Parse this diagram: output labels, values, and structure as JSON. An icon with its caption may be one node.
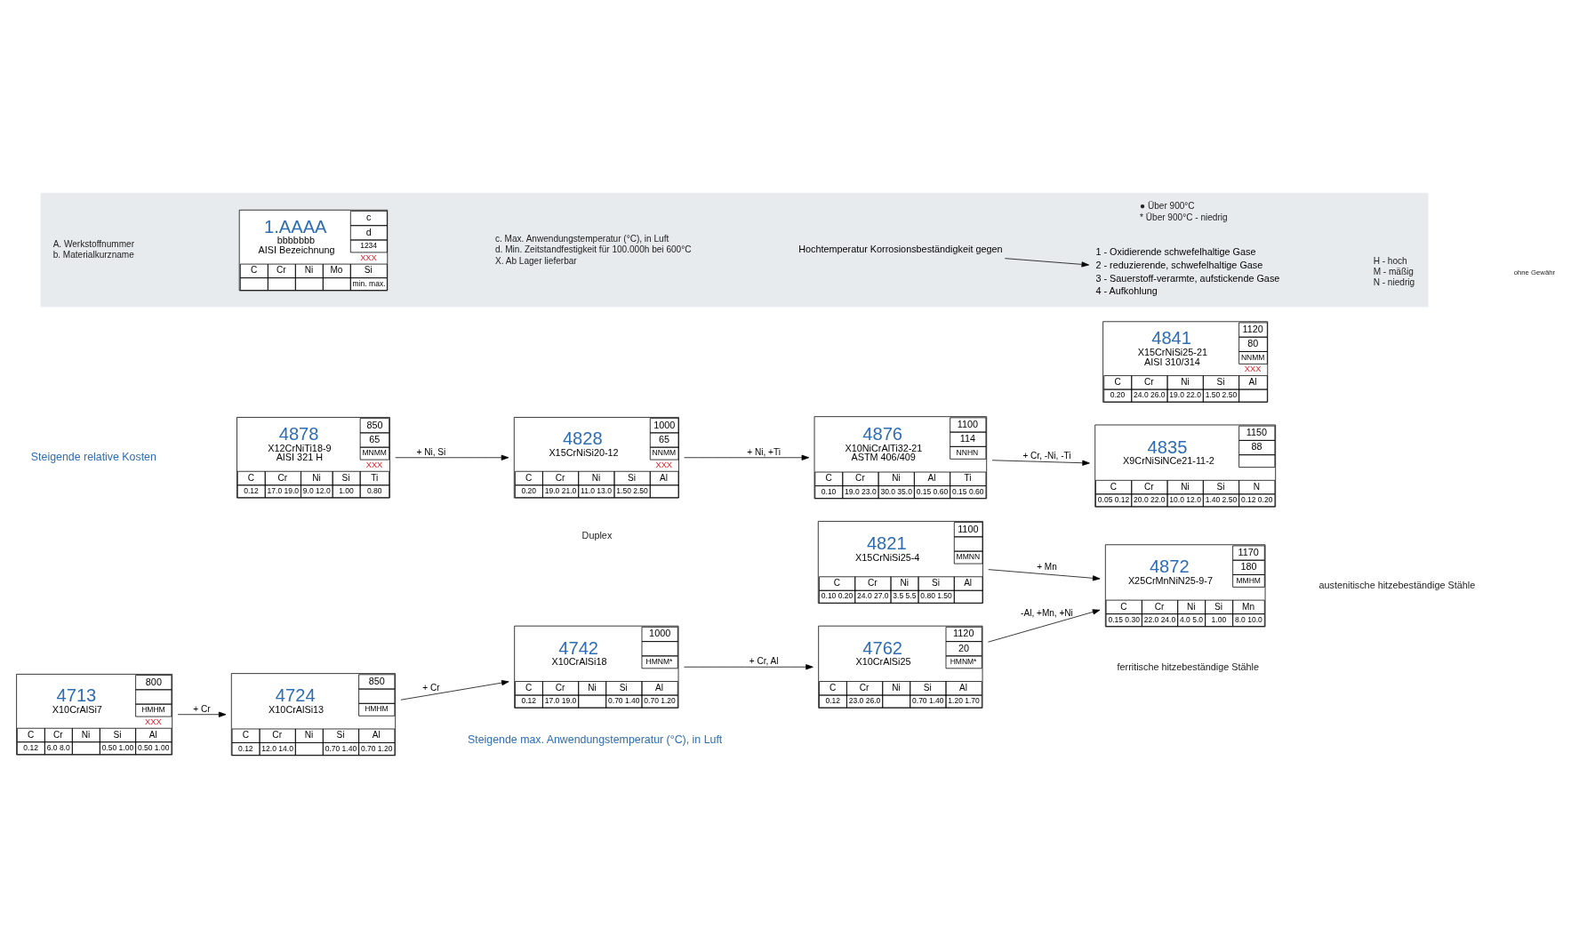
{
  "diagram": {
    "nodes": [
      {
        "text": [
          "4841",
          "X15CrNiSi25-21",
          "AISI 310/314",
          "1120",
          "80",
          "NNMM",
          "XXX",
          "C",
          "Cr",
          "Ni",
          "Si",
          "Al",
          "0.20",
          "24.0 26.0",
          "19.0 22.0",
          "1.50 2.50"
        ]
      },
      {
        "text": [
          "4835",
          "X9CrNiSiNCe21-11-2",
          "1150",
          "88",
          "C",
          "Cr",
          "Ni",
          "Si",
          "N",
          "0.05 0.12",
          "20.0 22.0",
          "10.0 12.0",
          "1.40 2.50",
          "0.12 0.20"
        ]
      },
      {
        "text": [
          "4828",
          "X15CrNiSi20-12",
          "1000",
          "65",
          "NNMM",
          "XXX",
          "C",
          "Cr",
          "Ni",
          "Si",
          "Al",
          "0.20",
          "19.0 21.0",
          "11.0 13.0",
          "1.50 2.50"
        ]
      },
      {
        "text": [
          "4876",
          "X10NiCrAlTi32-21",
          "ASTM 406/409",
          "1100",
          "114",
          "NNHN",
          "C",
          "Cr",
          "Ni",
          "Al",
          "Ti",
          "0.10",
          "19.0 23.0",
          "30.0 35.0",
          "0.15 0.60",
          "0.15 0.60"
        ]
      },
      {
        "text": [
          "4872",
          "X25CrMnNiN25-9-7",
          "1170",
          "180",
          "MMHM",
          "C",
          "Cr",
          "Ni",
          "Si",
          "Mn",
          "0.15 0.30",
          "22.0 24.0",
          "4.0 5.0",
          "1.00",
          "8.0 10.0"
        ]
      },
      {
        "text": [
          "4878",
          "X12CrNiTi18-9",
          "AISI 321 H",
          "850",
          "65",
          "MNMM",
          "XXX",
          "C",
          "Cr",
          "Ni",
          "Si",
          "Ti",
          "0.12",
          "17.0 19.0",
          "9.0 12.0",
          "1.00",
          "0.80"
        ]
      },
      {
        "text": [
          "4821",
          "X15CrNiSi25-4",
          "1100",
          "MMNN",
          "C",
          "Cr",
          "Ni",
          "Si",
          "Al",
          "0.10 0.20",
          "24.0 27.0",
          "3.5 5.5",
          "0.80 1.50"
        ]
      },
      {
        "text": [
          "4762",
          "X10CrAlSi25",
          "1120",
          "20",
          "HMNM*",
          "C",
          "Cr",
          "Ni",
          "Si",
          "Al",
          "0.12",
          "23.0 26.0",
          "0.70 1.40",
          "1.20 1.70"
        ]
      },
      {
        "text": [
          "4742",
          "X10CrAlSi18",
          "1000",
          "HMNM*",
          "C",
          "Cr",
          "Ni",
          "Si",
          "Al",
          "0.12",
          "17.0 19.0",
          "0.70 1.40",
          "0.70 1.20"
        ]
      },
      {
        "text": [
          "4724",
          "X10CrAlSi13",
          "850",
          "HMHM",
          "C",
          "Cr",
          "Ni",
          "Si",
          "Al",
          "0.12",
          "12.0 14.0",
          "0.70 1.40",
          "0.70 1.20"
        ]
      },
      {
        "text": [
          "4713",
          "X10CrAlSi7",
          "800",
          "HMHM",
          "XXX",
          "C",
          "Cr",
          "Ni",
          "Si",
          "Al",
          "0.12",
          "6.0 8.0",
          "0.50 1.00",
          "0.50 1.00"
        ]
      },
      {
        "text": [],
        "shape": "box"
      },
      {
        "text": [
          "1.AAAA",
          "bbbbbbb",
          "AISI Bezeichnung",
          "c",
          "d",
          "1234",
          "XXX",
          "C",
          "Cr",
          "Ni",
          "Mo",
          "Si",
          "min. max."
        ],
        "in": 11
      },
      {
        "text": [
          "Hochtemperatur Korrosionsbeständigkeit gegen"
        ],
        "in": 11
      },
      {
        "text": [
          "1 - Oxidierende schwefelhaltige Gase",
          "2 - reduzierende, schwefelhaltige Gase",
          "3 - Sauerstoff-verarmte, aufstickende Gase",
          "4 - Aufkohlung"
        ],
        "in": 11
      }
    ],
    "edges": [
      {
        "from": 10,
        "to": 9,
        "arrow": "to",
        "label": "+ Cr"
      },
      {
        "from": 9,
        "to": 8,
        "arrow": "to",
        "label": "+ Cr"
      },
      {
        "from": 8,
        "to": 7,
        "arrow": "to",
        "label": "+ Cr, Al"
      },
      {
        "from": 7,
        "to": 4,
        "arrow": "to",
        "label": "-Al, +Mn, +Ni"
      },
      {
        "from": 5,
        "to": 2,
        "arrow": "to",
        "label": "+ Ni, Si"
      },
      {
        "from": 2,
        "to": 3,
        "arrow": "to",
        "label": "+ Ni, +Ti"
      },
      {
        "from": 3,
        "to": 1,
        "arrow": "to",
        "label": "+ Cr, -Ni, -Ti"
      },
      {
        "from": 6,
        "to": 4,
        "arrow": "to",
        "label": "+ Mn"
      },
      {
        "from": 13,
        "to": 14,
        "arrow": "to"
      }
    ],
    "labels": [
      "Steigende relative Kosten",
      "Duplex",
      "austenitische hitzebeständige Stähle",
      "ferritische hitzebeständige Stähle",
      "A. Werkstoffnummer",
      "b. Materialkurzname",
      "c. Max. Anwendungstemperatur (°C), in Luft",
      "d. Min. Zeitstandfestigkeit für 100.000h bei 600°C",
      "X. Ab Lager lieferbar",
      "H - hoch",
      "M - mäßig",
      "N - niedrig",
      "● Über 900°C",
      "* Über 900°C - niedrig",
      "Steigende max. Anwendungstemperatur (°C), in Luft",
      "ohne Gewähr"
    ]
  }
}
